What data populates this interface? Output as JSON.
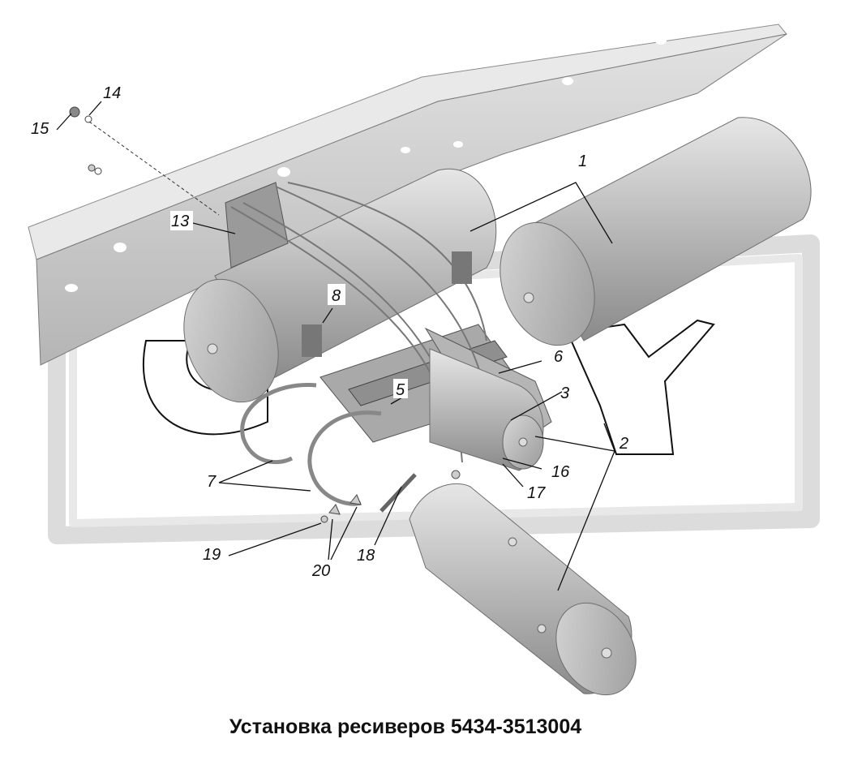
{
  "title": "Установка ресиверов 5434-3513004",
  "callouts": {
    "c1": "1",
    "c2": "2",
    "c3": "3",
    "c5": "5",
    "c6": "6",
    "c7": "7",
    "c8": "8",
    "c13": "13",
    "c14": "14",
    "c15": "15",
    "c16": "16",
    "c17": "17",
    "c18": "18",
    "c19": "19",
    "c20": "20"
  },
  "colors": {
    "watermark": "#d9d9d9",
    "frame": "#cfcfcf",
    "tank": "#b8b8b8",
    "line": "#111111"
  }
}
